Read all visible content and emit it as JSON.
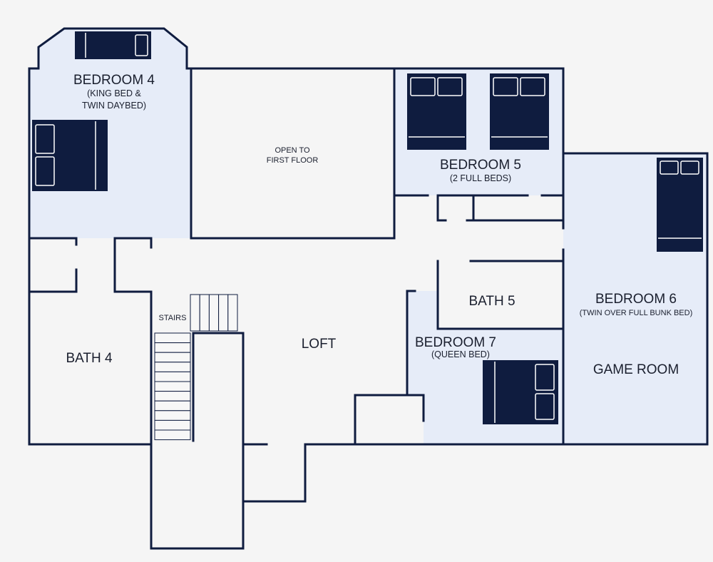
{
  "colors": {
    "background": "#f5f5f5",
    "bedroom_fill": "#e6ecf8",
    "wall": "#0f1c3f",
    "bed": "#0f1c3f"
  },
  "rooms": {
    "bedroom4": {
      "name": "BEDROOM 4",
      "note_line1": "(KING BED &",
      "note_line2": "TWIN DAYBED)"
    },
    "open_to_first_floor": {
      "line1": "OPEN TO",
      "line2": "FIRST FLOOR"
    },
    "bedroom5": {
      "name": "BEDROOM 5",
      "note": "(2 FULL BEDS)"
    },
    "bedroom6": {
      "name": "BEDROOM 6",
      "note": "(TWIN OVER FULL BUNK BED)"
    },
    "game_room": {
      "name": "GAME ROOM"
    },
    "bath5": {
      "name": "BATH 5"
    },
    "bedroom7": {
      "name": "BEDROOM 7",
      "note": "(QUEEN BED)"
    },
    "loft": {
      "name": "LOFT"
    },
    "bath4": {
      "name": "BATH 4"
    },
    "stairs": {
      "name": "STAIRS"
    }
  }
}
